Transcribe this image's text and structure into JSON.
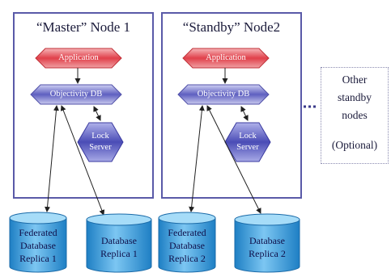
{
  "nodes": [
    {
      "title": "“Master” Node 1",
      "application": "Application",
      "objectivity_db": "Objectivity DB",
      "lock_server_lines": [
        "Lock",
        "Server"
      ]
    },
    {
      "title": "“Standby” Node2",
      "application": "Application",
      "objectivity_db": "Objectivity DB",
      "lock_server_lines": [
        "Lock",
        "Server"
      ]
    }
  ],
  "databases": [
    {
      "lines": [
        "Federated",
        "Database",
        "Replica 1"
      ]
    },
    {
      "lines": [
        "Database",
        "Replica 1"
      ]
    },
    {
      "lines": [
        "Federated",
        "Database",
        "Replica 2"
      ]
    },
    {
      "lines": [
        "Database",
        "Replica 2"
      ]
    }
  ],
  "other_nodes": {
    "lines": [
      "Other",
      "standby",
      "nodes"
    ],
    "note": "(Optional)"
  },
  "colors": {
    "frame": "#5a5aa8",
    "application_red": "#e0545c",
    "db_blue": "#6a6ac8",
    "cylinder": "#2f9ad8",
    "arrow": "#202020"
  }
}
